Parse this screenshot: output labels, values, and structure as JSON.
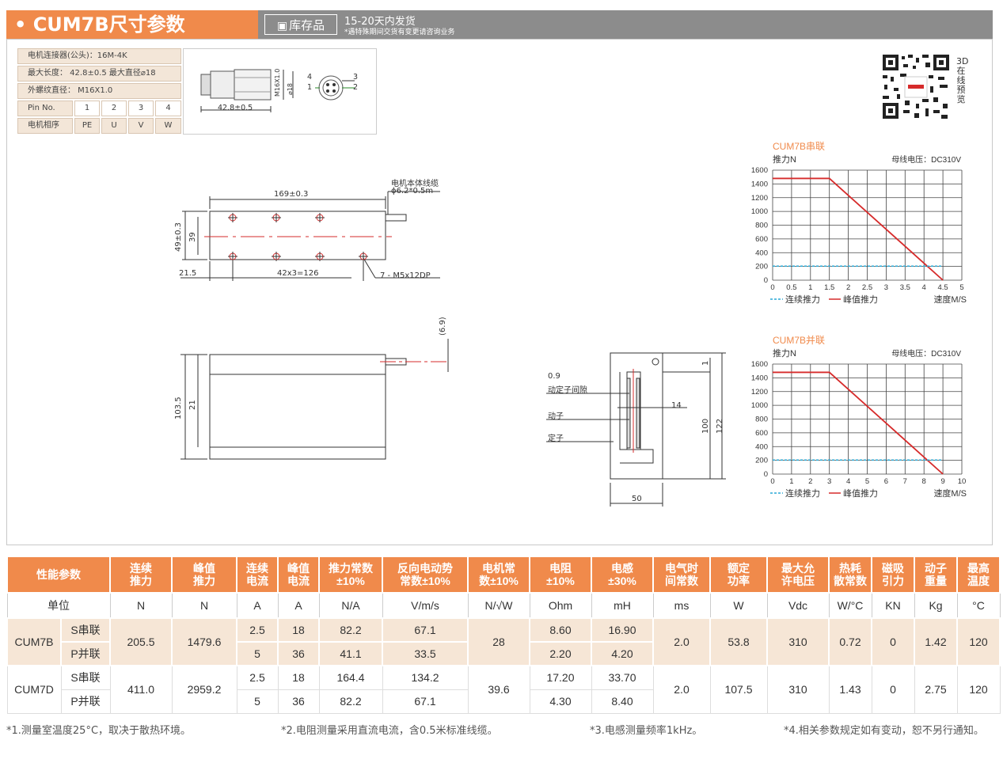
{
  "header": {
    "title": "• CUM7B尺寸参数",
    "stock_icon": "box-icon",
    "stock_label": "库存品",
    "ship_line1": "15-20天内发货",
    "ship_line2": "*遇特殊期间交货有变更请咨询业务"
  },
  "connector": {
    "rows": [
      {
        "label": "电机连接器(公头)：16M-4K"
      },
      {
        "label": "最大长度：  42.8±0.5    最大直径⌀18"
      },
      {
        "label": "外螺纹直径：  M16X1.0"
      }
    ],
    "pin_label": "Pin No.",
    "pins": [
      "1",
      "2",
      "3",
      "4"
    ],
    "phase_label": "电机相序",
    "phases": [
      "PE",
      "U",
      "V",
      "W"
    ],
    "dim_length": "42.8±0.5",
    "dim_m": "M16X1.0",
    "dim_d": "⌀18",
    "pin_nums": [
      "4",
      "3",
      "1",
      "2"
    ]
  },
  "qr": {
    "text": "3D在线预览"
  },
  "drawing": {
    "top_cable": "电机本体线缆",
    "top_cable_spec": "ϕ6.2*0.5m",
    "len169": "169±0.3",
    "h49": "49±0.3",
    "h39": "39",
    "d21_5": "21.5",
    "pitch": "42x3=126",
    "holes": "7 - M5x12DP",
    "d69": "(6.9)",
    "h103": "103.5",
    "h21": "21",
    "gap": "0.9",
    "gap_label": "动定子间隙",
    "mover": "动子",
    "stator": "定子",
    "w14": "14",
    "h100": "100",
    "h122": "122",
    "w50": "50",
    "h1": "1"
  },
  "charts": [
    {
      "title": "CUM7B串联",
      "ylabel": "推力N",
      "voltage": "母线电压：DC310V",
      "xlabel": "速度M/S",
      "legend_cont": "连续推力",
      "legend_peak": "峰值推力",
      "yticks": [
        0,
        200,
        400,
        600,
        800,
        1000,
        1200,
        1400,
        1600
      ],
      "xticks": [
        "0",
        "0.5",
        "1",
        "1.5",
        "2",
        "2.5",
        "3",
        "3.5",
        "4",
        "4.5",
        "5"
      ]
    },
    {
      "title": "CUM7B并联",
      "ylabel": "推力N",
      "voltage": "母线电压：DC310V",
      "xlabel": "速度M/S",
      "legend_cont": "连续推力",
      "legend_peak": "峰值推力",
      "yticks": [
        0,
        200,
        400,
        600,
        800,
        1000,
        1200,
        1400,
        1600
      ],
      "xticks": [
        "0",
        "1",
        "2",
        "3",
        "4",
        "5",
        "6",
        "7",
        "8",
        "9",
        "10"
      ]
    }
  ],
  "chart_data": [
    {
      "type": "line",
      "title": "CUM7B串联",
      "xlabel": "速度M/S",
      "ylabel": "推力N",
      "xlim": [
        0,
        5
      ],
      "ylim": [
        0,
        1600
      ],
      "grid": true,
      "legend": "bottom",
      "series": [
        {
          "name": "峰值推力",
          "color": "#d62b2b",
          "x": [
            0,
            1.5,
            4.5
          ],
          "y": [
            1480,
            1480,
            0
          ]
        },
        {
          "name": "连续推力",
          "color": "#2aa9d6",
          "x": [
            0,
            4.5
          ],
          "y": [
            205,
            205
          ]
        }
      ]
    },
    {
      "type": "line",
      "title": "CUM7B并联",
      "xlabel": "速度M/S",
      "ylabel": "推力N",
      "xlim": [
        0,
        10
      ],
      "ylim": [
        0,
        1600
      ],
      "grid": true,
      "legend": "bottom",
      "series": [
        {
          "name": "峰值推力",
          "color": "#d62b2b",
          "x": [
            0,
            3,
            9
          ],
          "y": [
            1480,
            1480,
            0
          ]
        },
        {
          "name": "连续推力",
          "color": "#2aa9d6",
          "x": [
            0,
            9
          ],
          "y": [
            205,
            205
          ]
        }
      ]
    }
  ],
  "table": {
    "headers": [
      "性能参数",
      "连续\n推力",
      "峰值\n推力",
      "连续\n电流",
      "峰值\n电流",
      "推力常数\n±10%",
      "反向电动势\n常数±10%",
      "电机常\n数±10%",
      "电阻\n±10%",
      "电感\n±30%",
      "电气时\n间常数",
      "额定\n功率",
      "最大允\n许电压",
      "热耗\n散常数",
      "磁吸\n引力",
      "动子\n重量",
      "最高\n温度"
    ],
    "unit_label": "单位",
    "units": [
      "N",
      "N",
      "A",
      "A",
      "N/A",
      "V/m/s",
      "N/√W",
      "Ohm",
      "mH",
      "ms",
      "W",
      "Vdc",
      "W/°C",
      "KN",
      "Kg",
      "°C"
    ],
    "models": [
      {
        "name": "CUM7B",
        "s": "S串联",
        "p": "P并联",
        "cont": "205.5",
        "peak": "1479.6",
        "ic": [
          "2.5",
          "5"
        ],
        "ip": [
          "18",
          "36"
        ],
        "kf": [
          "82.2",
          "41.1"
        ],
        "ke": [
          "67.1",
          "33.5"
        ],
        "km": "28",
        "r": [
          "8.60",
          "2.20"
        ],
        "l": [
          "16.90",
          "4.20"
        ],
        "te": "2.0",
        "pw": "53.8",
        "v": "310",
        "th": "0.72",
        "mag": "0",
        "wt": "1.42",
        "tmax": "120"
      },
      {
        "name": "CUM7D",
        "s": "S串联",
        "p": "P并联",
        "cont": "411.0",
        "peak": "2959.2",
        "ic": [
          "2.5",
          "5"
        ],
        "ip": [
          "18",
          "36"
        ],
        "kf": [
          "164.4",
          "82.2"
        ],
        "ke": [
          "134.2",
          "67.1"
        ],
        "km": "39.6",
        "r": [
          "17.20",
          "4.30"
        ],
        "l": [
          "33.70",
          "8.40"
        ],
        "te": "2.0",
        "pw": "107.5",
        "v": "310",
        "th": "1.43",
        "mag": "0",
        "wt": "2.75",
        "tmax": "120"
      }
    ]
  },
  "notes": [
    "*1.测量室温度25°C，取决于散热环境。",
    "*2.电阻测量采用直流电流，含0.5米标准线缆。",
    "*3.电感测量频率1kHz。",
    "*4.相关参数规定如有变动，恕不另行通知。"
  ]
}
